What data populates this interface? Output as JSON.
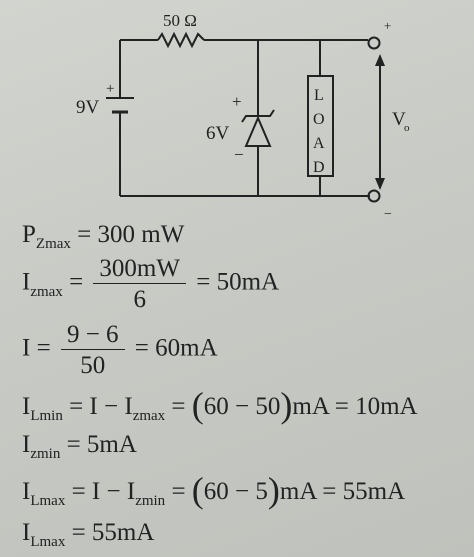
{
  "circuit": {
    "resistor_label": "50 Ω",
    "source_label": "9V",
    "source_plus": "+",
    "zener_label": "6V",
    "zener_plus": "+",
    "zener_minus": "−",
    "load_letters": [
      "L",
      "O",
      "A",
      "D"
    ],
    "out_label": "V",
    "out_sub": "o",
    "out_plus": "+",
    "out_minus": "−"
  },
  "equations": {
    "pz": {
      "sym": "P",
      "sub": "Zmax",
      "rhs": "= 300 mW"
    },
    "izmax": {
      "sym": "I",
      "sub": "zmax",
      "eq": "=",
      "num": "300mW",
      "den": "6",
      "rhs": "= 50mA"
    },
    "i": {
      "lhs": "I =",
      "num": "9 − 6",
      "den": "50",
      "rhs": "= 60mA"
    },
    "ilmin": {
      "sym": "I",
      "sub": "Lmin",
      "mid": "= I − I",
      "sub2": "zmax",
      "eq": "=",
      "lp": "(",
      "inner": "60 − 50",
      "rp": ")",
      "rhs": "mA = 10mA"
    },
    "izmin": {
      "sym": "I",
      "sub": "zmin",
      "rhs": "= 5mA"
    },
    "ilmax": {
      "sym": "I",
      "sub": "Lmax",
      "mid": "= I − I",
      "sub2": "zmin",
      "eq": "=",
      "lp": "(",
      "inner": "60 − 5",
      "rp": ")",
      "rhs": "mA = 55mA"
    },
    "ilmax2": {
      "sym": "I",
      "sub": "Lmax",
      "rhs": "= 55mA"
    }
  }
}
